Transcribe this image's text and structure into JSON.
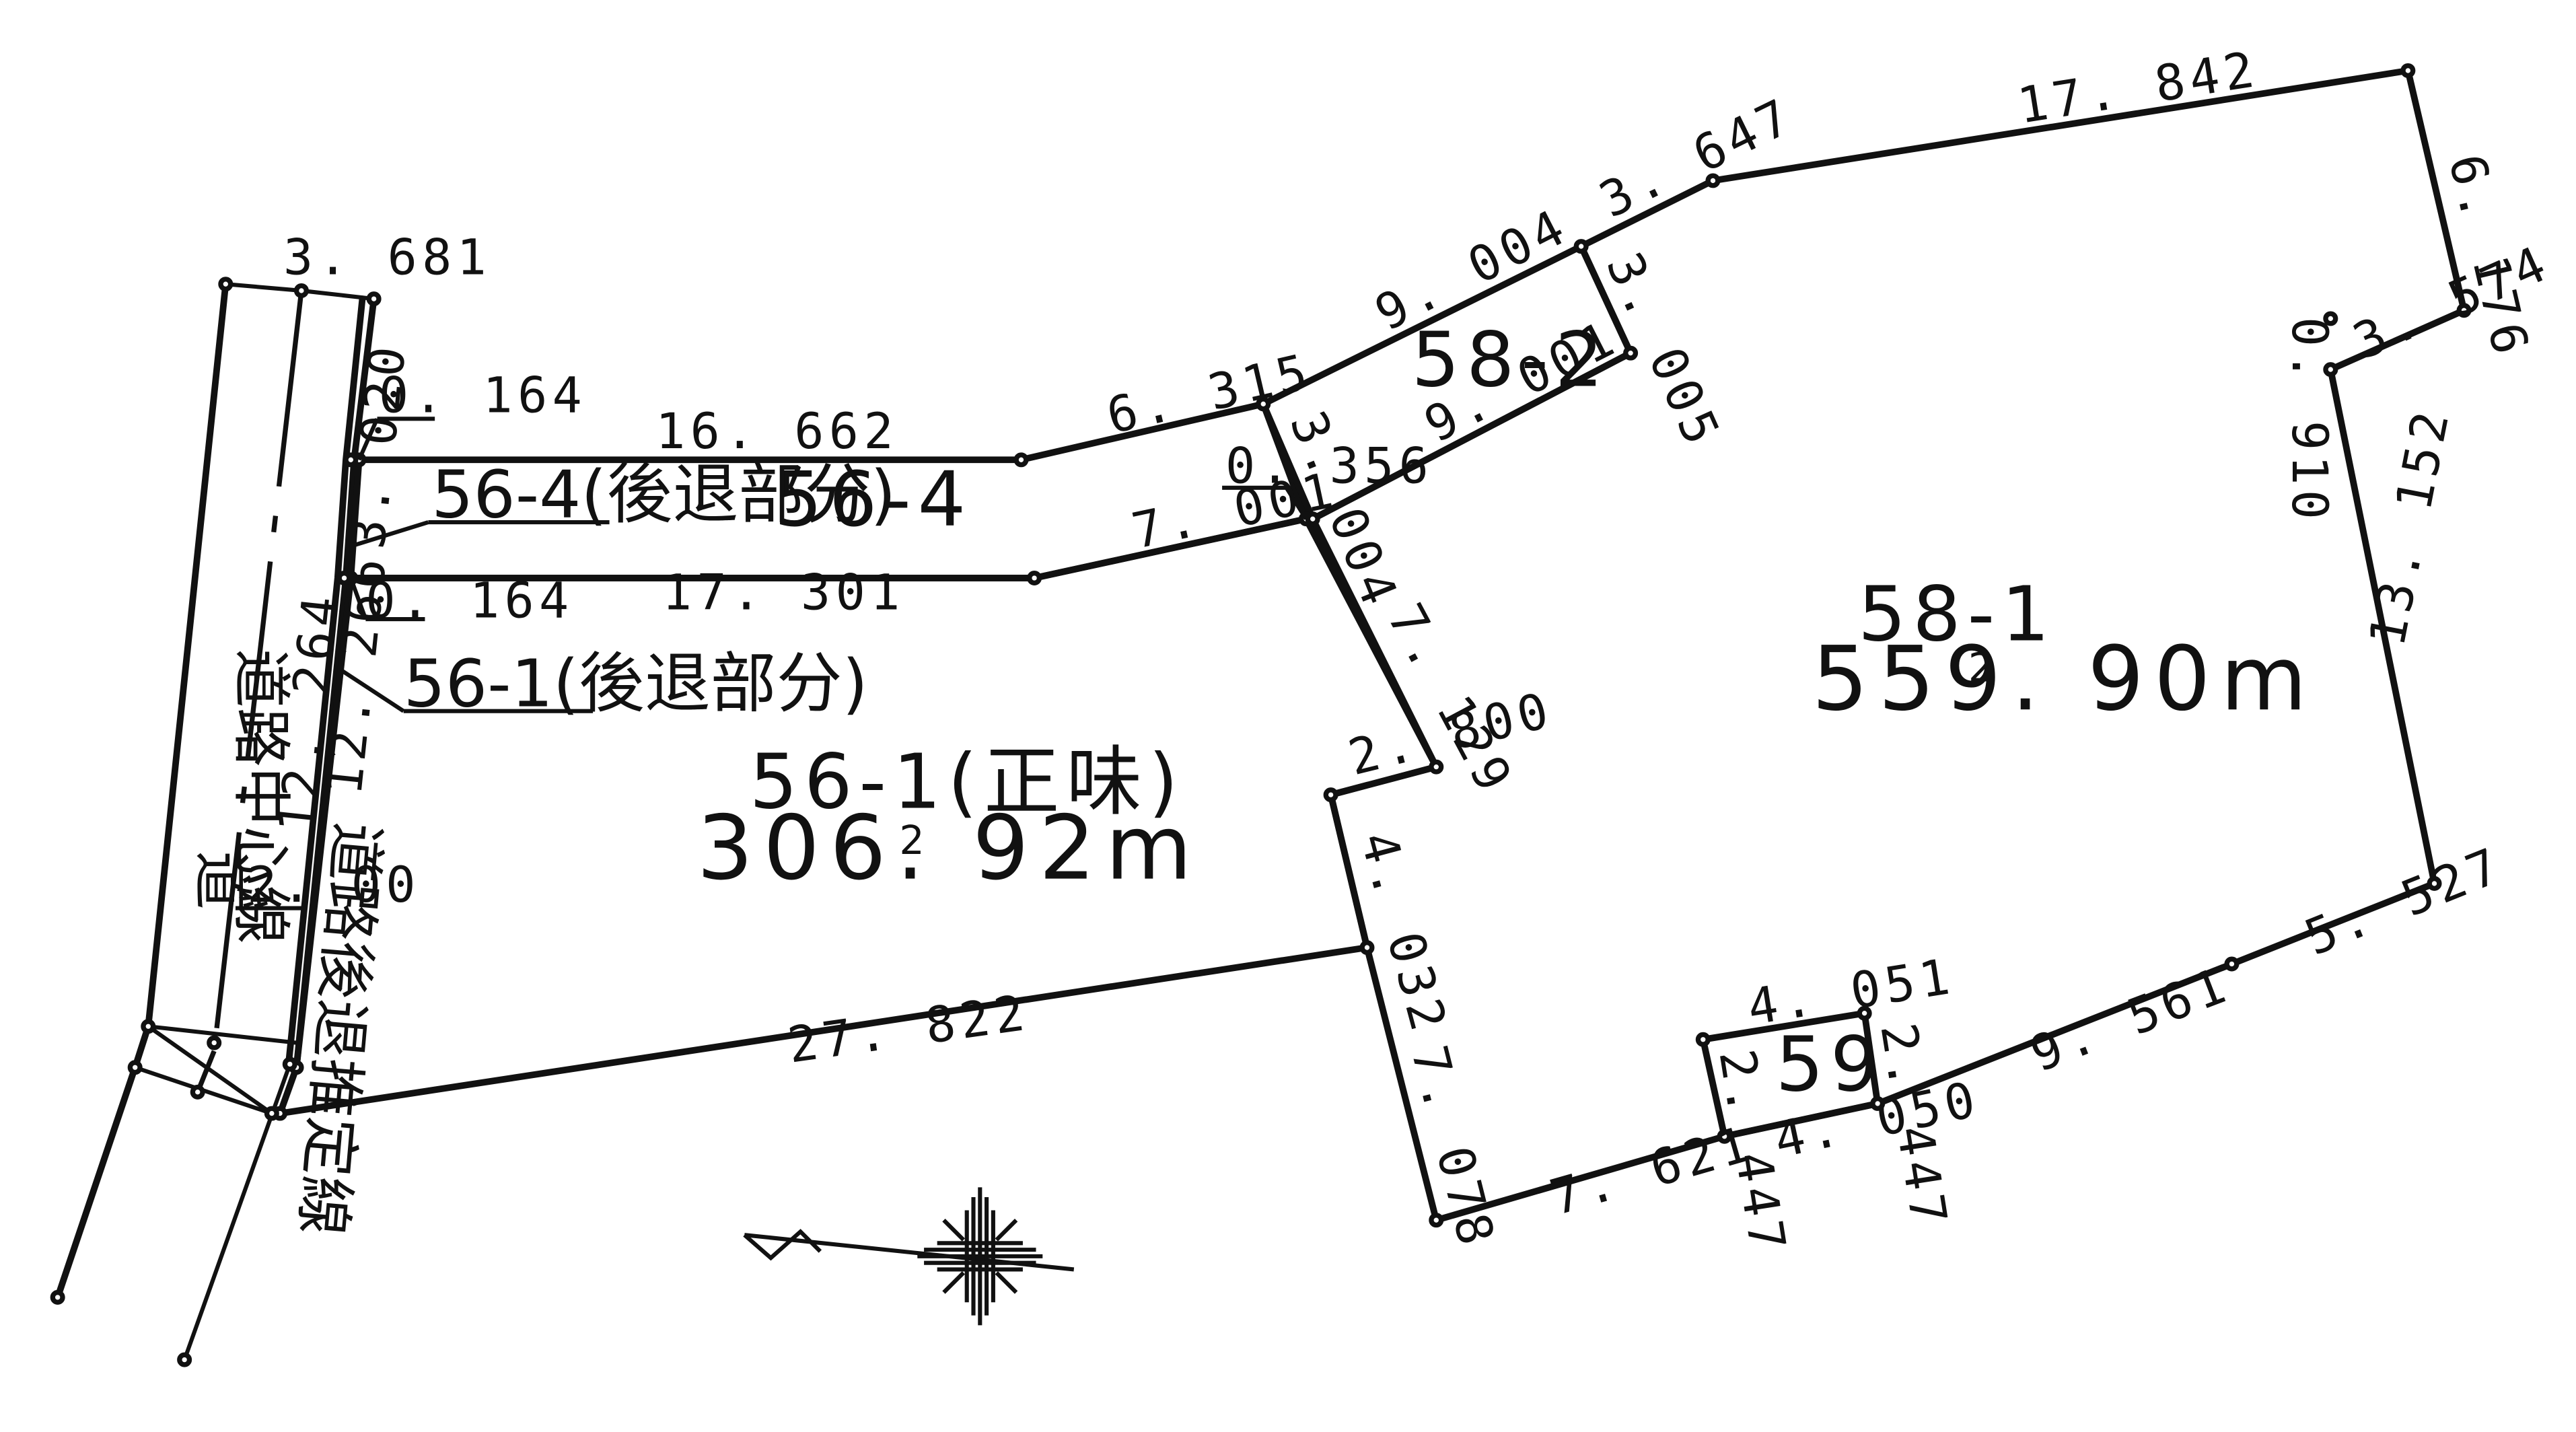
{
  "parcels": {
    "p56_4": {
      "label": "56-4"
    },
    "p58_2": {
      "label": "58-2"
    },
    "p58_1": {
      "label": "58-1",
      "area": "559. 90m",
      "area_unit_sup": "2"
    },
    "p56_1": {
      "label": "56-1(正味)",
      "area": "306. 92m",
      "area_unit_sup": "2"
    },
    "p59": {
      "label": "59"
    }
  },
  "callouts": {
    "setback_56_4": "56-4(後退部分)",
    "setback_56_1": "56-1(後退部分)"
  },
  "road": {
    "center_line_label": "道路中心線",
    "road_label": "道",
    "setback_line_label": "道路後退推定線",
    "half_width": "2. 00"
  },
  "dimensions": {
    "d3681": "3. 681",
    "d0164_top": "0. 164",
    "d3020": "3. 020",
    "d0164_bot": "0. 164",
    "d16662": "16. 662",
    "d6315": "6. 315",
    "d17301": "17. 301",
    "d7001": "7. 001",
    "d0356": "0. 356",
    "d3004": "3. 004",
    "d9004": "9. 004",
    "d9001": "9. 001",
    "d3005": "3. 005",
    "d3647": "3. 647",
    "d17842": "17. 842",
    "d6176": "6. 176",
    "d0910": "0. 910",
    "d3574": "3. 574",
    "d13152": "13. 152",
    "d7129": "7. 129",
    "d2800": "2. 800",
    "d4032": "4. 032",
    "d27822": "27. 822",
    "d7078": "7. 078",
    "d7621": "7. 621",
    "d4051": "4. 051",
    "d2447_left": "2. 447",
    "d2447_right": "2. 447",
    "d4050": "4. 050",
    "d9561": "9. 561",
    "d5527": "5. 527",
    "d12264": "12. 264",
    "d12266": "12. 266"
  },
  "icons": {
    "north_arrow": "compass-rose-icon"
  }
}
